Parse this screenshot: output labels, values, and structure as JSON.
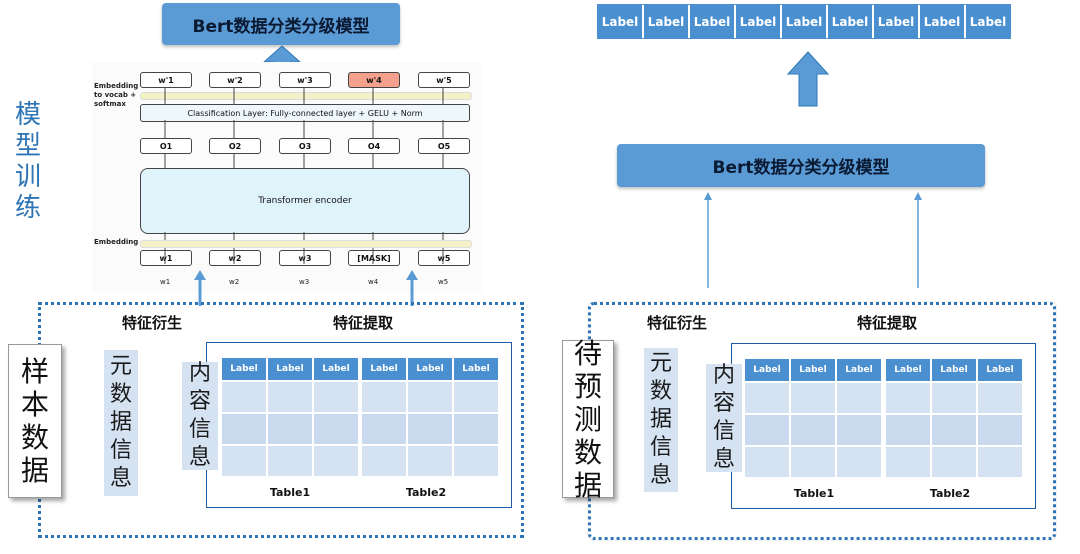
{
  "model_title": "Bert数据分类分级模型",
  "training_label": "模型训练",
  "sample_label": "样本数据",
  "predict_label": "待预测数据",
  "feature_derive": "特征衍生",
  "feature_extract": "特征提取",
  "meta_info": "元数据信息",
  "content_info": "内容信息",
  "table1": "Table1",
  "table2": "Table2",
  "col_label": "Label",
  "top_labels": [
    "Label",
    "Label",
    "Label",
    "Label",
    "Label",
    "Label",
    "Label",
    "Label",
    "Label"
  ],
  "model_diagram": {
    "embed_vocab": "Embedding to vocab + softmax",
    "outputs_top": [
      "w'1",
      "w'2",
      "w'3",
      "w'4",
      "w'5"
    ],
    "classification": "Classification Layer: Fully-connected layer + GELU + Norm",
    "o_nodes": [
      "O1",
      "O2",
      "O3",
      "O4",
      "O5"
    ],
    "encoder": "Transformer encoder",
    "embedding": "Embedding",
    "inputs": [
      "w1",
      "w2",
      "w3",
      "[MASK]",
      "w5"
    ],
    "raw_inputs": [
      "w1",
      "w2",
      "w3",
      "w4",
      "w5"
    ]
  },
  "colors": {
    "accent": "#5b9bd5",
    "header": "#4a8fd0",
    "cell": "#d4e2f2",
    "highlight": "#f4a08c"
  }
}
